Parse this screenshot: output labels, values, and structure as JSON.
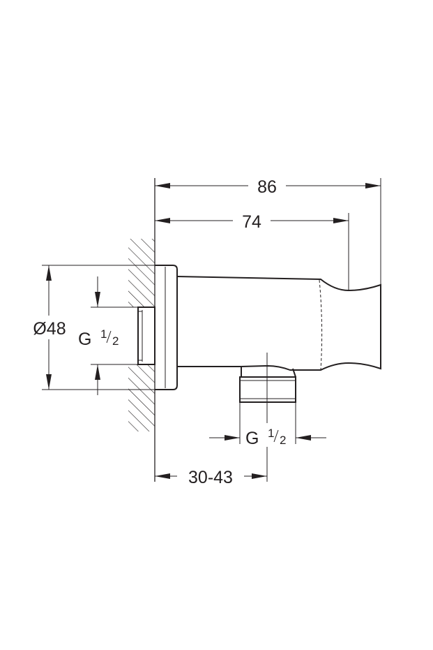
{
  "dimensions": {
    "overall_length": "86",
    "holder_length": "74",
    "flange_diameter": "Ø48",
    "wall_offset": "30-43",
    "wall_thread": {
      "letter": "G",
      "num": "1",
      "den": "2"
    },
    "outlet_thread": {
      "letter": "G",
      "num": "1",
      "den": "2"
    }
  },
  "colors": {
    "line": "#231f20",
    "background": "#ffffff"
  }
}
